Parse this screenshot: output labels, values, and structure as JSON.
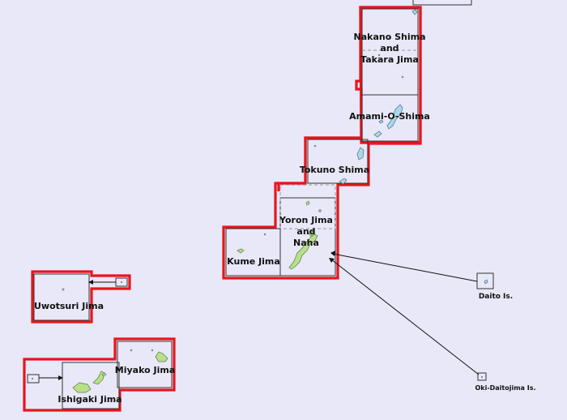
{
  "map": {
    "labels": {
      "nakano_1": "Nakano Shima",
      "nakano_2": "and",
      "nakano_3": "Takara Jima",
      "amami": "Amami-O-Shima",
      "tokuno": "Tokuno Shima",
      "yoron_1": "Yoron Jima",
      "yoron_2": "and",
      "yoron_3": "Naha",
      "kume": "Kume Jima",
      "uwotsuri": "Uwotsuri Jima",
      "miyako": "Miyako Jima",
      "ishigaki": "Ishigaki Jima",
      "daito": "Daito Is.",
      "oki_daitojima": "Oki-Daitojima Is."
    },
    "colors": {
      "background": "#e8e8f8",
      "coverage_outline": "#e8151c",
      "land_green": "#b8e08a",
      "land_blue": "#a9d9ea"
    }
  }
}
